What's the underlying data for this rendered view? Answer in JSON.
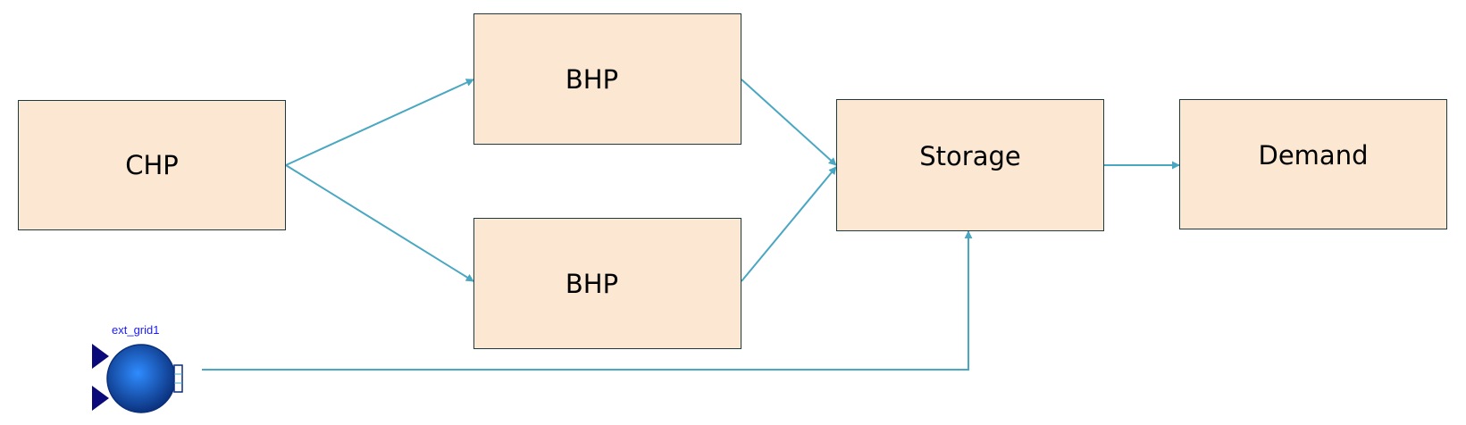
{
  "colors": {
    "block_fill": "#fce8d2",
    "block_border": "#1f3a3f",
    "connector": "#4aa7c2",
    "component_label": "#1a1aff",
    "port_fill": "#0a0a7a",
    "sphere_center": "#2f8cff",
    "sphere_edge": "#0a2f7a"
  },
  "blocks": [
    {
      "id": "chp",
      "label": "CHP"
    },
    {
      "id": "bhp_top",
      "label": "BHP"
    },
    {
      "id": "bhp_bottom",
      "label": "BHP"
    },
    {
      "id": "storage",
      "label": "Storage"
    },
    {
      "id": "demand",
      "label": "Demand"
    }
  ],
  "connections": [
    {
      "from": "chp",
      "to": "bhp_top"
    },
    {
      "from": "chp",
      "to": "bhp_bottom"
    },
    {
      "from": "bhp_top",
      "to": "storage"
    },
    {
      "from": "bhp_bottom",
      "to": "storage"
    },
    {
      "from": "storage",
      "to": "demand"
    },
    {
      "from": "ext_grid1",
      "to": "storage"
    }
  ],
  "component": {
    "label": "ext_grid1",
    "icon": "sphere-grid-icon"
  }
}
